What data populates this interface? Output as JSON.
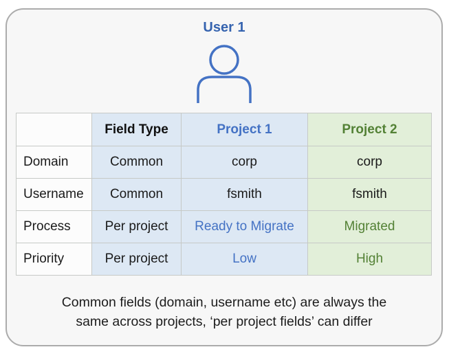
{
  "colors": {
    "accent_blue": "#4472c4",
    "title_blue": "#3563af",
    "accent_green": "#538135",
    "light_blue_bg": "#dde8f4",
    "light_green_bg": "#e2efd9",
    "card_bg": "#f7f7f7",
    "card_border": "#ababab"
  },
  "header": {
    "title": "User 1",
    "icon": "person-icon"
  },
  "table": {
    "columns": [
      "",
      "Field Type",
      "Project 1",
      "Project 2"
    ],
    "rows": [
      {
        "label": "Domain",
        "field_type": "Common",
        "project1": "corp",
        "project2": "corp"
      },
      {
        "label": "Username",
        "field_type": "Common",
        "project1": "fsmith",
        "project2": "fsmith"
      },
      {
        "label": "Process",
        "field_type": "Per project",
        "project1": "Ready to Migrate",
        "project2": "Migrated"
      },
      {
        "label": "Priority",
        "field_type": "Per project",
        "project1": "Low",
        "project2": "High"
      }
    ]
  },
  "footer": {
    "line1": "Common fields (domain, username etc) are always the",
    "line2": "same across projects, ‘per project fields’ can differ"
  }
}
